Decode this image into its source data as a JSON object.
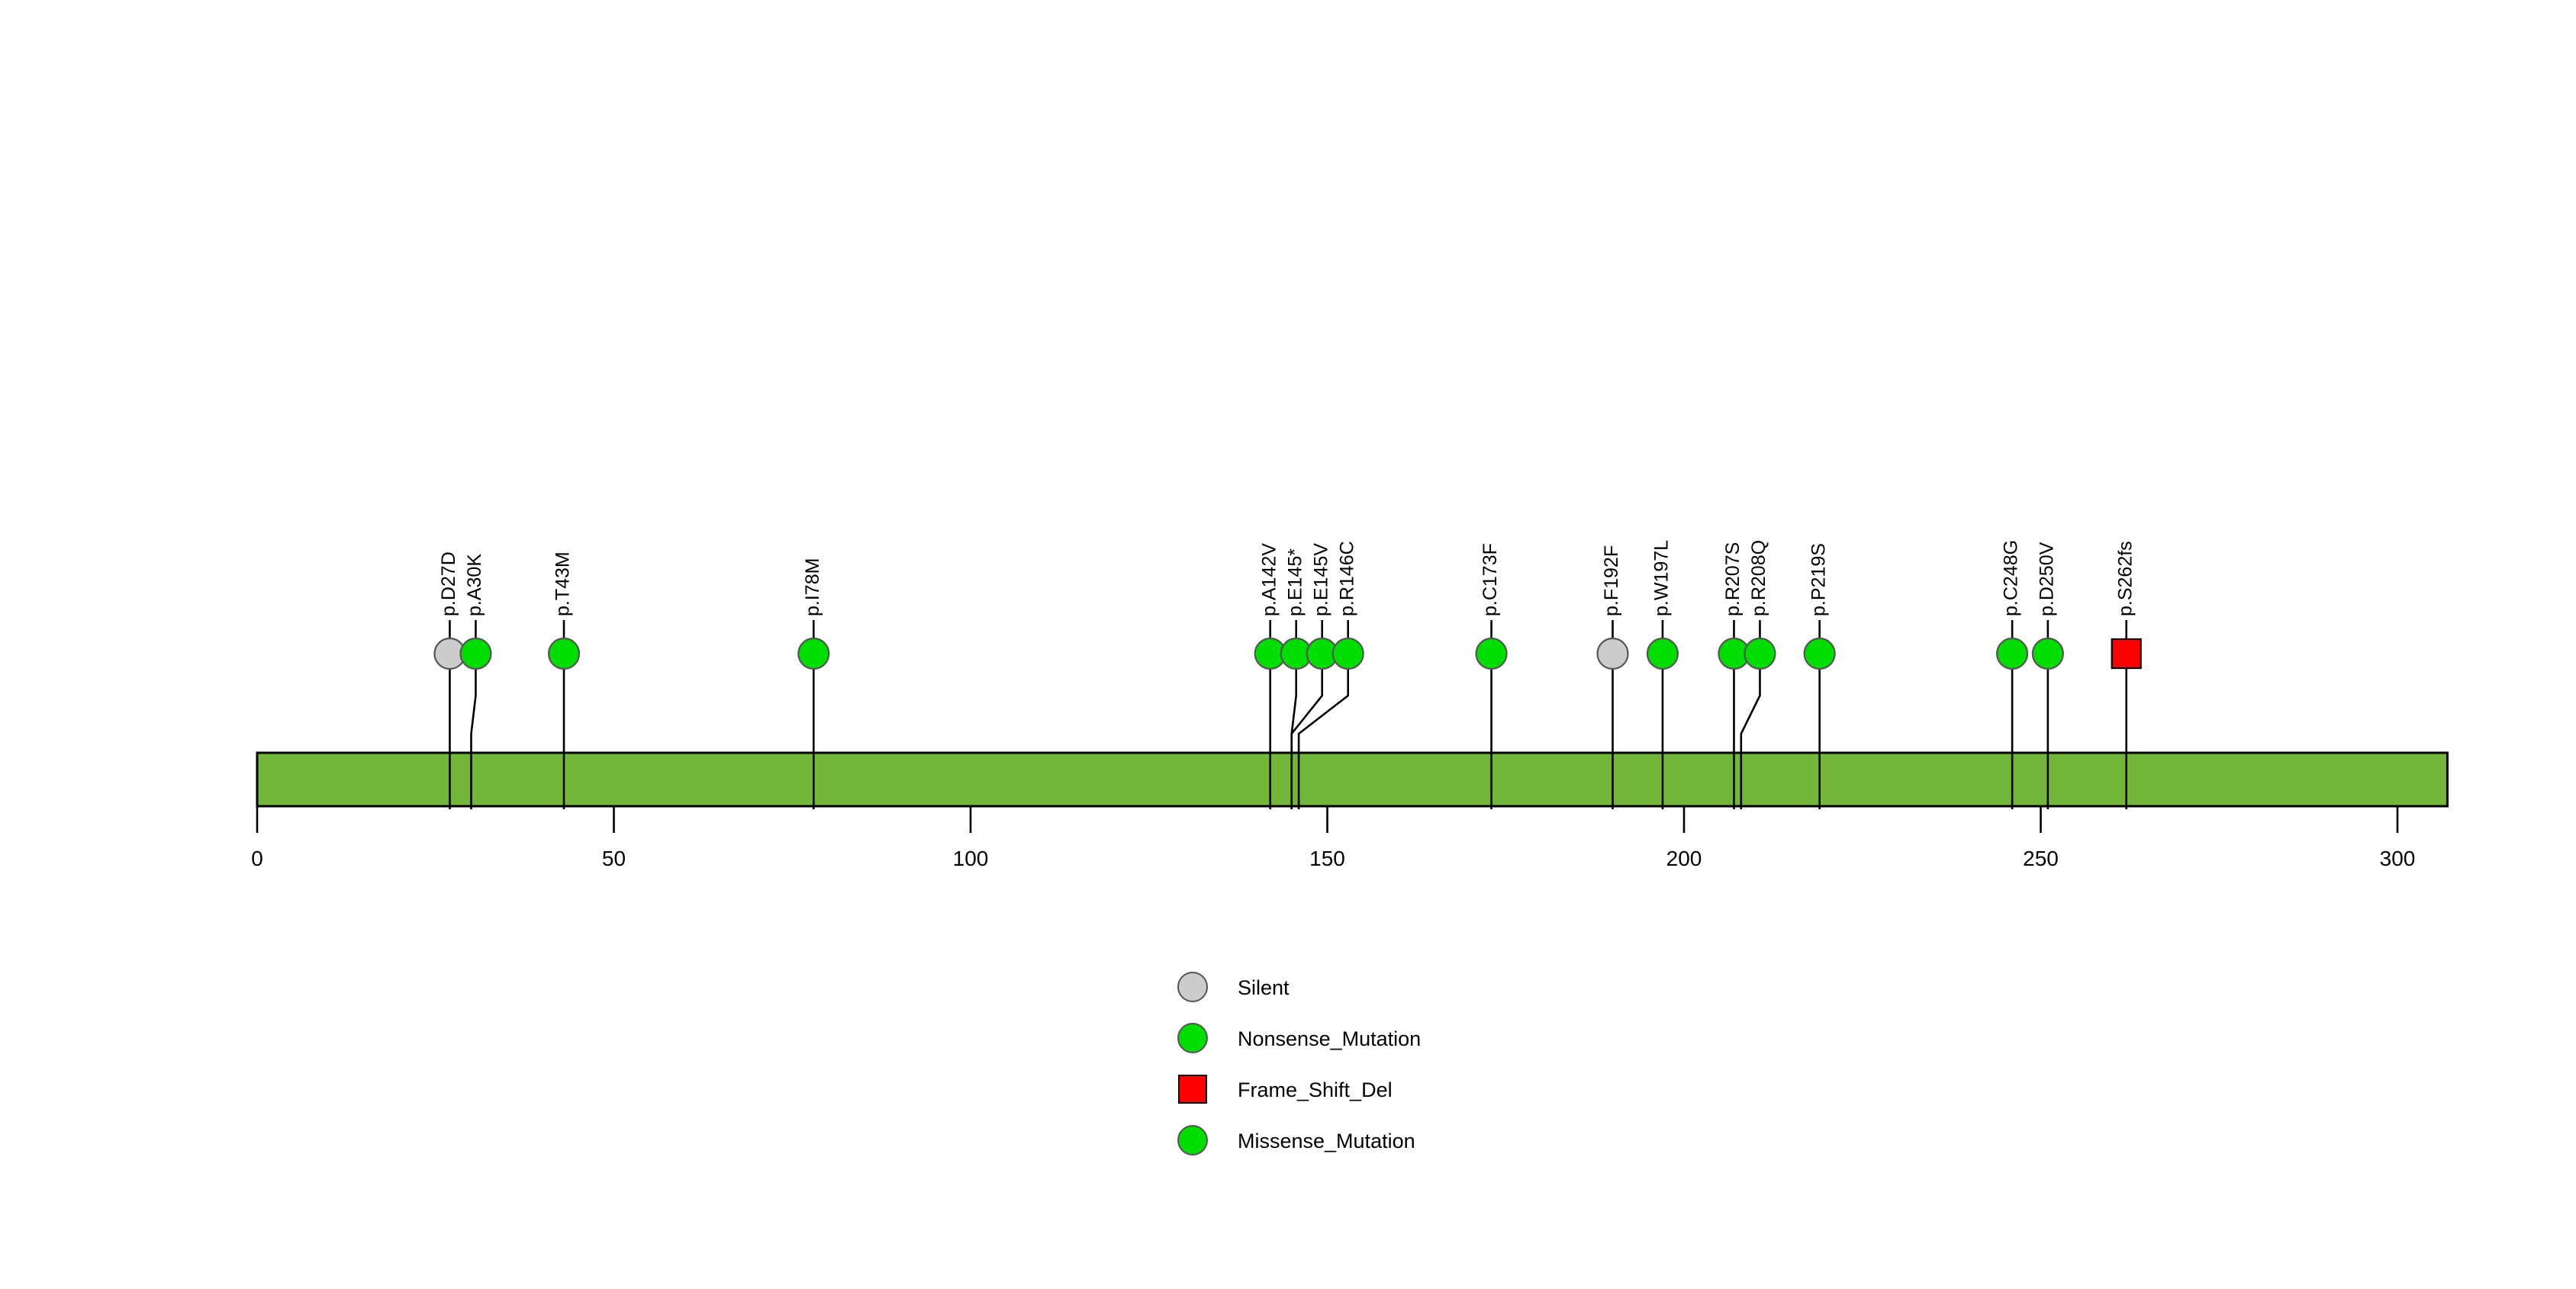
{
  "chart_data": {
    "type": "lollipop",
    "title": "",
    "subtitle": "",
    "xlabel": "",
    "ylabel": "",
    "xlim": [
      0,
      307
    ],
    "grid": false,
    "protein": {
      "length": 307,
      "bar_color": "#72b73a",
      "bar_border_color": "#000000"
    },
    "axis": {
      "ticks": [
        0,
        50,
        100,
        150,
        200,
        250,
        300
      ],
      "tick_labels": [
        "0",
        "50",
        "100",
        "150",
        "200",
        "250",
        "300"
      ]
    },
    "legend": {
      "position": "bottom-center",
      "entries": [
        {
          "label": "Silent",
          "color": "#cccccc",
          "shape": "circle"
        },
        {
          "label": "Nonsense_Mutation",
          "color": "#00dd00",
          "shape": "circle"
        },
        {
          "label": "Frame_Shift_Del",
          "color": "#ff0000",
          "shape": "square"
        },
        {
          "label": "Missense_Mutation",
          "color": "#00dd00",
          "shape": "circle"
        }
      ]
    },
    "mutations": [
      {
        "label": "p.D27D",
        "position": 27,
        "color": "#cccccc",
        "shape": "circle",
        "class": "Silent"
      },
      {
        "label": "p.A30K",
        "position": 30,
        "color": "#00dd00",
        "shape": "circle",
        "class": "Missense_Mutation"
      },
      {
        "label": "p.T43M",
        "position": 43,
        "color": "#00dd00",
        "shape": "circle",
        "class": "Missense_Mutation"
      },
      {
        "label": "p.I78M",
        "position": 78,
        "color": "#00dd00",
        "shape": "circle",
        "class": "Missense_Mutation"
      },
      {
        "label": "p.A142V",
        "position": 142,
        "color": "#00dd00",
        "shape": "circle",
        "class": "Missense_Mutation"
      },
      {
        "label": "p.E145*",
        "position": 145,
        "color": "#00dd00",
        "shape": "circle",
        "class": "Nonsense_Mutation"
      },
      {
        "label": "p.E145V",
        "position": 145,
        "color": "#00dd00",
        "shape": "circle",
        "class": "Missense_Mutation"
      },
      {
        "label": "p.R146C",
        "position": 146,
        "color": "#00dd00",
        "shape": "circle",
        "class": "Missense_Mutation"
      },
      {
        "label": "p.C173F",
        "position": 173,
        "color": "#00dd00",
        "shape": "circle",
        "class": "Missense_Mutation"
      },
      {
        "label": "p.F192F",
        "position": 190,
        "color": "#cccccc",
        "shape": "circle",
        "class": "Silent"
      },
      {
        "label": "p.W197L",
        "position": 197,
        "color": "#00dd00",
        "shape": "circle",
        "class": "Missense_Mutation"
      },
      {
        "label": "p.R207S",
        "position": 207,
        "color": "#00dd00",
        "shape": "circle",
        "class": "Missense_Mutation"
      },
      {
        "label": "p.R208Q",
        "position": 208,
        "color": "#00dd00",
        "shape": "circle",
        "class": "Missense_Mutation"
      },
      {
        "label": "p.P219S",
        "position": 219,
        "color": "#00dd00",
        "shape": "circle",
        "class": "Missense_Mutation"
      },
      {
        "label": "p.C248G",
        "position": 246,
        "color": "#00dd00",
        "shape": "circle",
        "class": "Missense_Mutation"
      },
      {
        "label": "p.D250V",
        "position": 251,
        "color": "#00dd00",
        "shape": "circle",
        "class": "Missense_Mutation"
      },
      {
        "label": "p.S262fs",
        "position": 262,
        "color": "#ff0000",
        "shape": "square",
        "class": "Frame_Shift_Del"
      }
    ]
  }
}
